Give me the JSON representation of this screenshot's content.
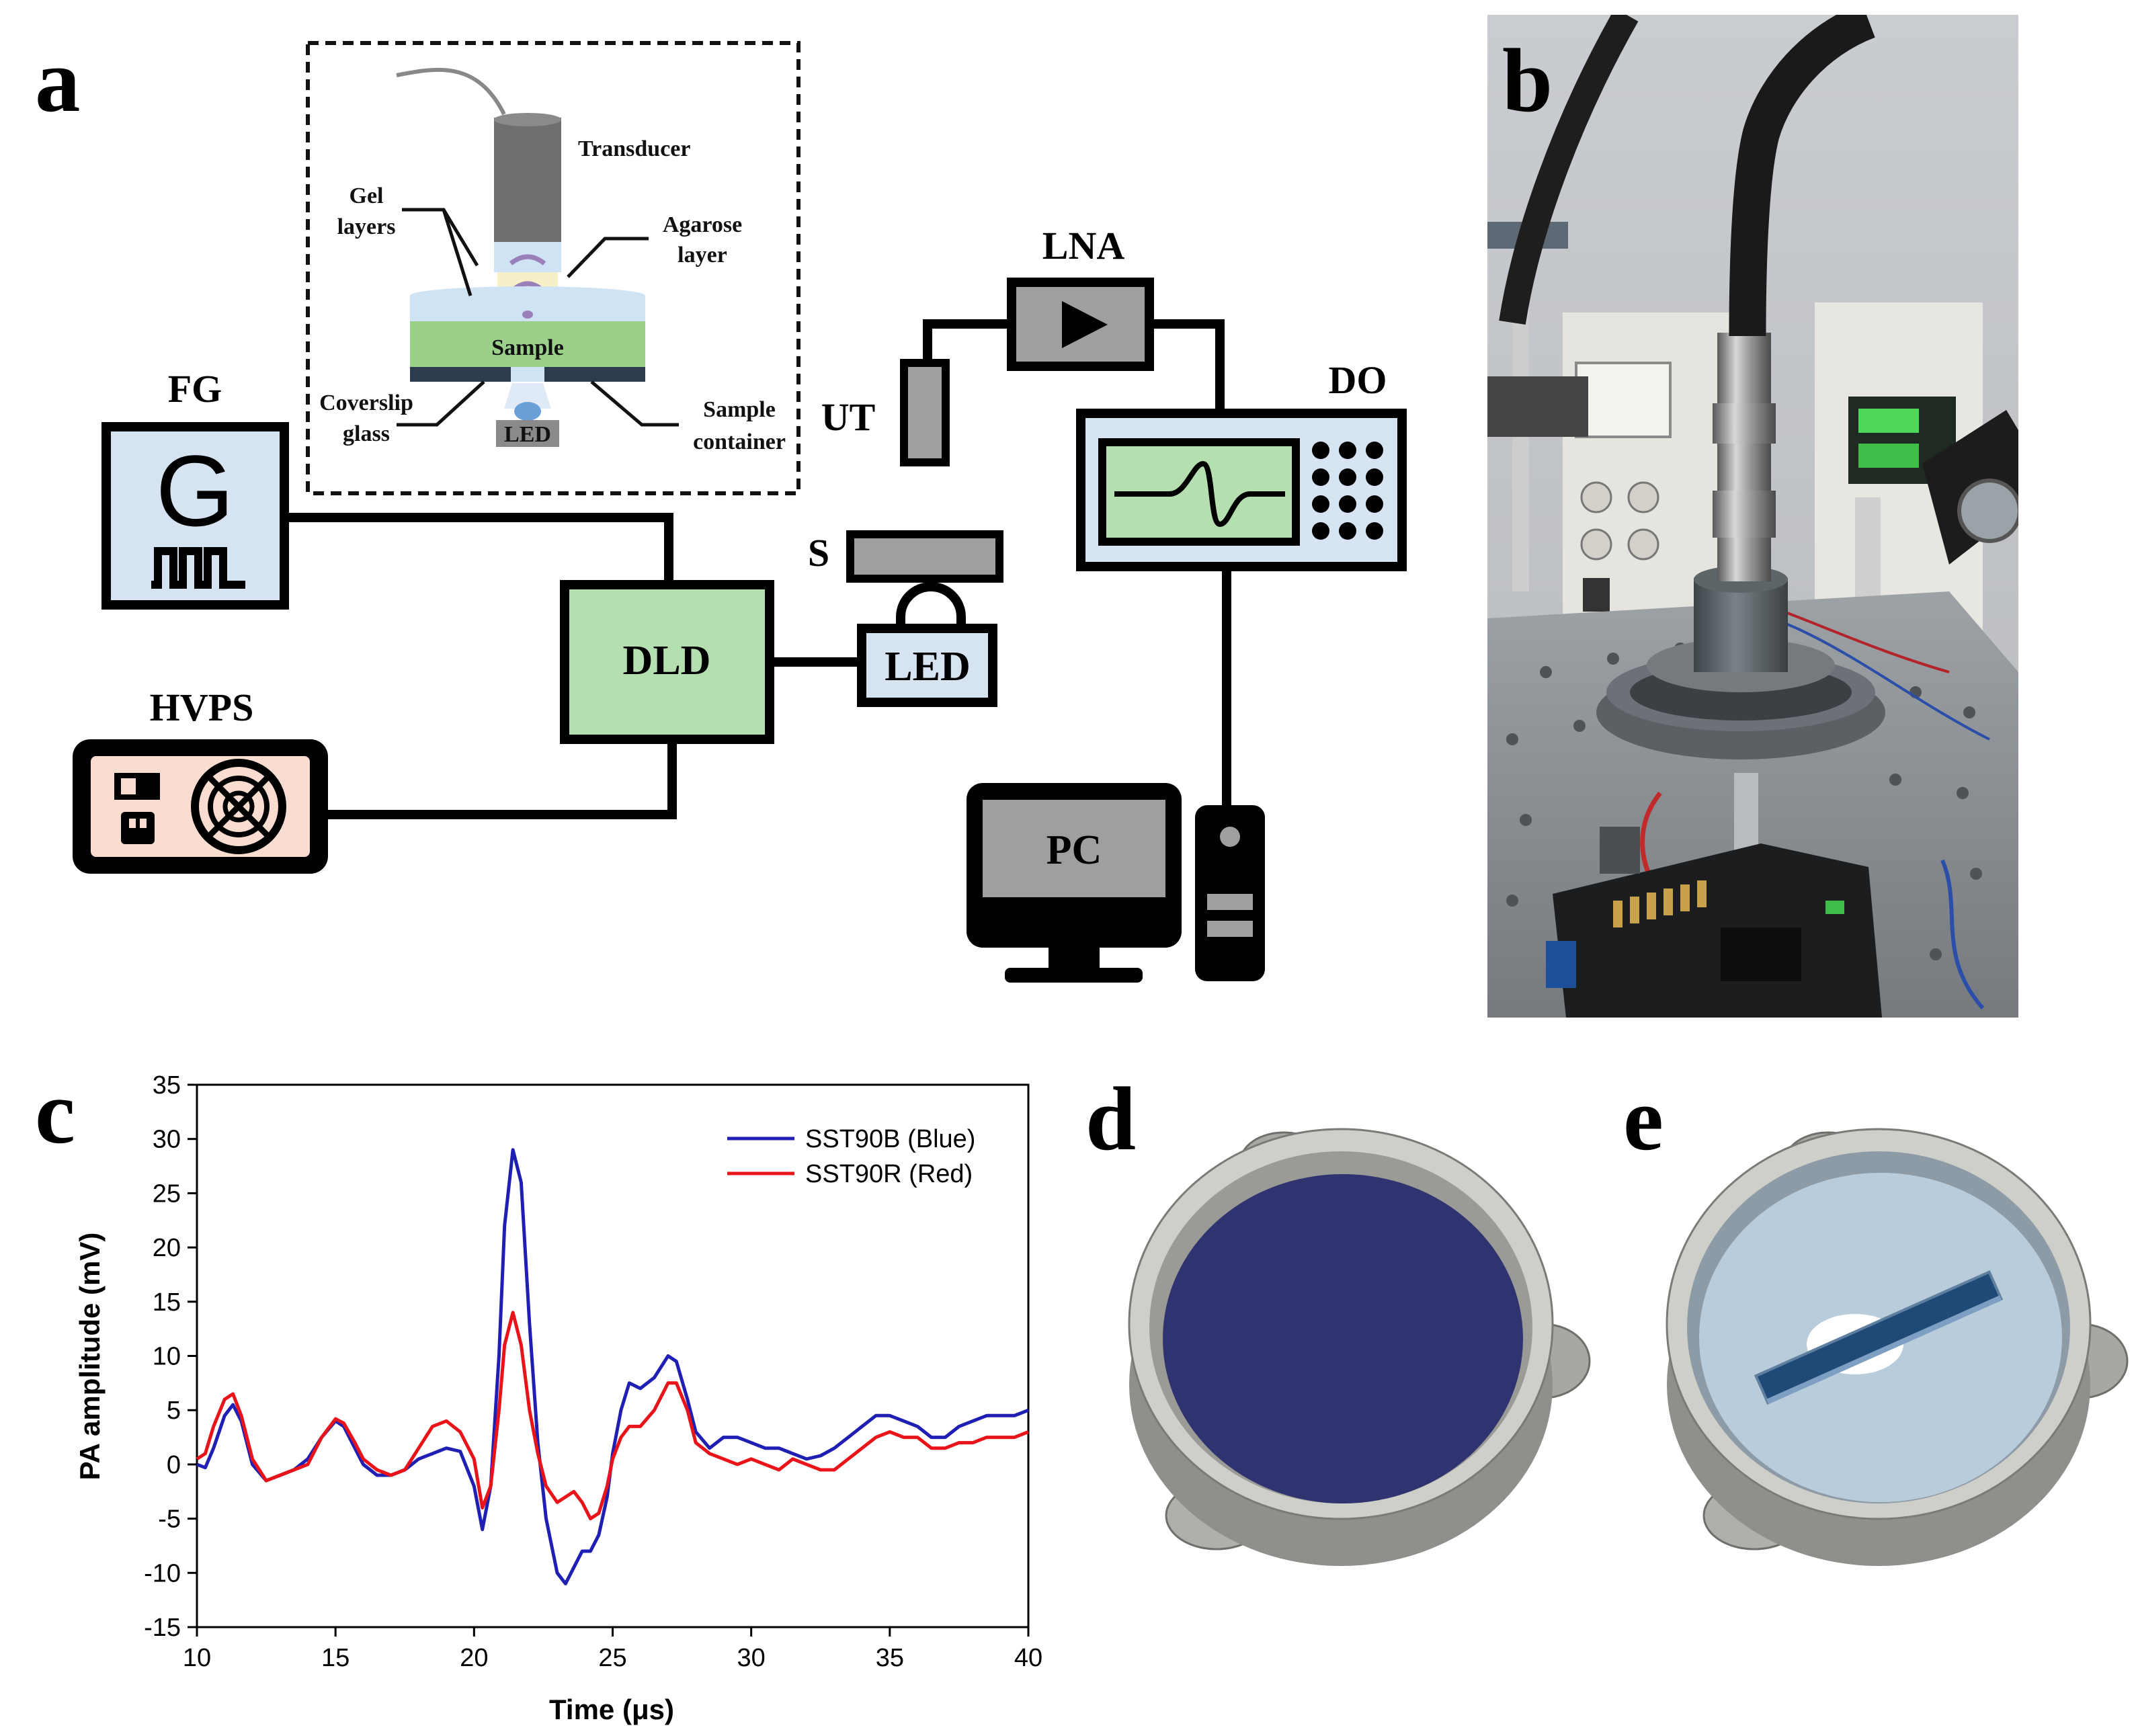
{
  "panel_labels": {
    "a": "a",
    "b": "b",
    "c": "c",
    "d": "d",
    "e": "e"
  },
  "diagram": {
    "fg": "FG",
    "fg_icon": "G",
    "hvps": "HVPS",
    "dld": "DLD",
    "led": "LED",
    "s": "S",
    "ut": "UT",
    "lna": "LNA",
    "do": "DO",
    "pc": "PC",
    "inset": {
      "transducer": "Transducer",
      "gel_line1": "Gel",
      "gel_line2": "layers",
      "agarose_line1": "Agarose",
      "agarose_line2": "layer",
      "sample": "Sample",
      "coverslip_line1": "Coverslip",
      "coverslip_line2": "glass",
      "container_line1": "Sample",
      "container_line2": "container",
      "led": "LED"
    }
  },
  "chart_data": {
    "type": "line",
    "xlabel": "Time (μs)",
    "ylabel": "PA amplitude (mV)",
    "xlim": [
      10,
      40
    ],
    "ylim": [
      -15,
      35
    ],
    "xticks": [
      10,
      15,
      20,
      25,
      30,
      35,
      40
    ],
    "yticks": [
      -15,
      -10,
      -5,
      0,
      5,
      10,
      15,
      20,
      25,
      30,
      35
    ],
    "legend_position": "top-right",
    "series": [
      {
        "name": "SST90B (Blue)",
        "color": "#1f1fb4",
        "x": [
          10,
          10.3,
          10.6,
          11,
          11.3,
          11.6,
          12,
          12.5,
          13,
          13.5,
          14,
          14.5,
          15,
          15.3,
          15.7,
          16,
          16.5,
          17,
          17.5,
          18,
          18.5,
          19,
          19.5,
          20,
          20.3,
          20.6,
          20.9,
          21.1,
          21.4,
          21.7,
          22,
          22.3,
          22.6,
          23,
          23.3,
          23.6,
          23.9,
          24.2,
          24.5,
          24.8,
          25,
          25.3,
          25.6,
          26,
          26.5,
          27,
          27.3,
          27.7,
          28,
          28.5,
          29,
          29.5,
          30,
          30.5,
          31,
          31.5,
          32,
          32.5,
          33,
          33.5,
          34,
          34.5,
          35,
          35.5,
          36,
          36.5,
          37,
          37.5,
          38,
          38.5,
          39,
          39.5,
          40
        ],
        "y": [
          0,
          -0.3,
          1.5,
          4.5,
          5.5,
          4,
          0,
          -1.5,
          -1,
          -0.5,
          0.5,
          2.5,
          4,
          3.5,
          1.5,
          0,
          -1,
          -1,
          -0.5,
          0.5,
          1,
          1.5,
          1.2,
          -2,
          -6,
          -2,
          10,
          22,
          29,
          26,
          13,
          2,
          -5,
          -10,
          -11,
          -9.5,
          -8,
          -8,
          -6.5,
          -3,
          1,
          5,
          7.5,
          7,
          8,
          10,
          9.5,
          6,
          3,
          1.5,
          2.5,
          2.5,
          2,
          1.5,
          1.5,
          1,
          0.5,
          0.8,
          1.5,
          2.5,
          3.5,
          4.5,
          4.5,
          4,
          3.5,
          2.5,
          2.5,
          3.5,
          4,
          4.5,
          4.5,
          4.5,
          5
        ]
      },
      {
        "name": "SST90R (Red)",
        "color": "#e8141a",
        "x": [
          10,
          10.3,
          10.6,
          11,
          11.3,
          11.6,
          12,
          12.5,
          13,
          13.5,
          14,
          14.5,
          15,
          15.3,
          15.7,
          16,
          16.5,
          17,
          17.5,
          18,
          18.5,
          19,
          19.5,
          20,
          20.3,
          20.6,
          20.9,
          21.1,
          21.4,
          21.7,
          22,
          22.3,
          22.6,
          23,
          23.3,
          23.6,
          23.9,
          24.2,
          24.5,
          24.8,
          25,
          25.3,
          25.6,
          26,
          26.5,
          27,
          27.3,
          27.7,
          28,
          28.5,
          29,
          29.5,
          30,
          30.5,
          31,
          31.5,
          32,
          32.5,
          33,
          33.5,
          34,
          34.5,
          35,
          35.5,
          36,
          36.5,
          37,
          37.5,
          38,
          38.5,
          39,
          39.5,
          40
        ],
        "y": [
          0.5,
          1,
          3.5,
          6,
          6.5,
          4.5,
          0.5,
          -1.5,
          -1,
          -0.5,
          0,
          2.5,
          4.2,
          3.8,
          2,
          0.5,
          -0.5,
          -1,
          -0.5,
          1.5,
          3.5,
          4,
          3,
          0.5,
          -4,
          -2,
          5,
          11,
          14,
          11,
          5,
          1,
          -2,
          -3.5,
          -3,
          -2.5,
          -3.5,
          -5,
          -4.5,
          -2,
          0.5,
          2.5,
          3.5,
          3.5,
          5,
          7.5,
          7.5,
          5,
          2,
          1,
          0.5,
          0,
          0.5,
          0,
          -0.5,
          0.5,
          0,
          -0.5,
          -0.5,
          0.5,
          1.5,
          2.5,
          3,
          2.5,
          2.5,
          1.5,
          1.5,
          2,
          2,
          2.5,
          2.5,
          2.5,
          3
        ]
      }
    ]
  }
}
